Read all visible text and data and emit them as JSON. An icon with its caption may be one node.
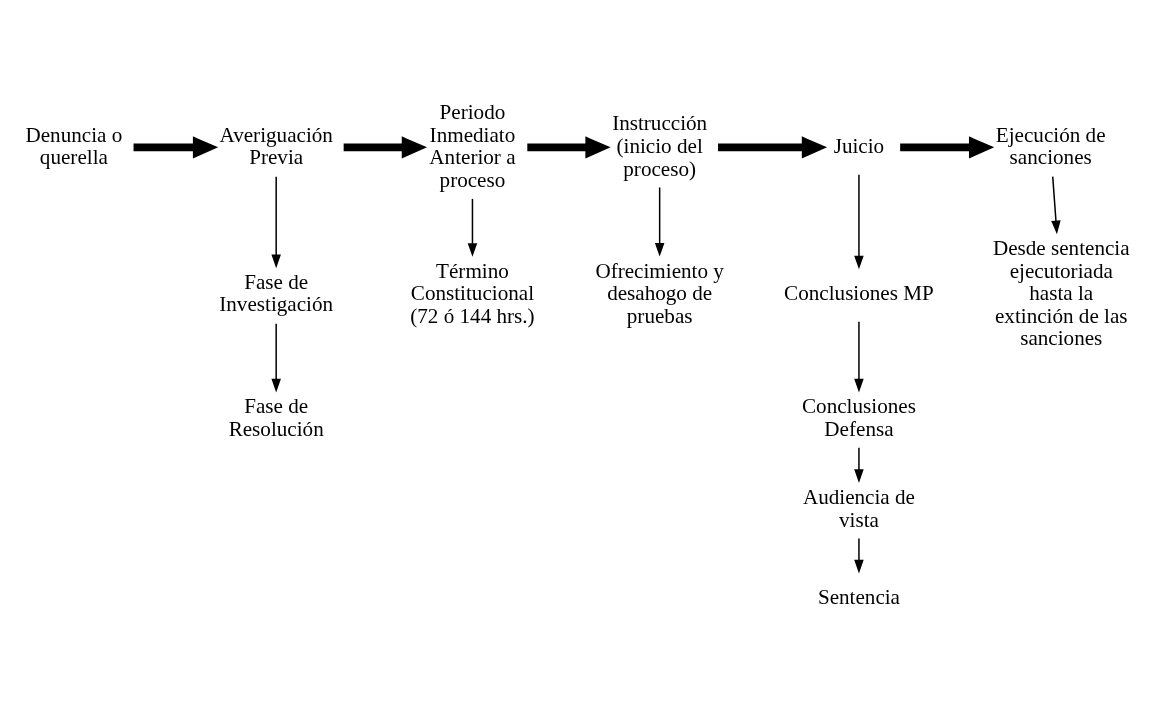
{
  "diagram": {
    "nodes": [
      {
        "text": [
          "Denuncia o querella"
        ]
      },
      {
        "text": [
          "Averiguación Previa"
        ]
      },
      {
        "text": [
          "Fase de Investigación"
        ]
      },
      {
        "text": [
          "Fase de Resolución"
        ]
      },
      {
        "text": [
          "Periodo Inmediato Anterior a proceso"
        ]
      },
      {
        "text": [
          "Término Constitucional (72 ó 144 hrs.)"
        ]
      },
      {
        "text": [
          "Instrucción (inicio del proceso)"
        ]
      },
      {
        "text": [
          "Ofrecimiento y desahogo de pruebas"
        ]
      },
      {
        "text": [
          "Juicio"
        ]
      },
      {
        "text": [
          "Conclusiones MP"
        ]
      },
      {
        "text": [
          "Conclusiones Defensa"
        ]
      },
      {
        "text": [
          "Audiencia de vista"
        ]
      },
      {
        "text": [
          "Sentencia"
        ]
      },
      {
        "text": [
          "Ejecución de sanciones"
        ]
      },
      {
        "text": [
          "Desde sentencia ejecutoriada hasta la extinción de las sanciones"
        ]
      }
    ],
    "edges": [
      {
        "from": 0,
        "to": 1,
        "arrow": "to",
        "style": "thick"
      },
      {
        "from": 1,
        "to": 4,
        "arrow": "to",
        "style": "thick"
      },
      {
        "from": 4,
        "to": 6,
        "arrow": "to",
        "style": "thick"
      },
      {
        "from": 6,
        "to": 8,
        "arrow": "to",
        "style": "thick"
      },
      {
        "from": 8,
        "to": 13,
        "arrow": "to",
        "style": "thick"
      },
      {
        "from": 1,
        "to": 2,
        "arrow": "to"
      },
      {
        "from": 2,
        "to": 3,
        "arrow": "to"
      },
      {
        "from": 4,
        "to": 5,
        "arrow": "to"
      },
      {
        "from": 6,
        "to": 7,
        "arrow": "to"
      },
      {
        "from": 8,
        "to": 9,
        "arrow": "to"
      },
      {
        "from": 9,
        "to": 10,
        "arrow": "to"
      },
      {
        "from": 10,
        "to": 11,
        "arrow": "to"
      },
      {
        "from": 11,
        "to": 12,
        "arrow": "to"
      },
      {
        "from": 13,
        "to": 14,
        "arrow": "to"
      }
    ]
  }
}
